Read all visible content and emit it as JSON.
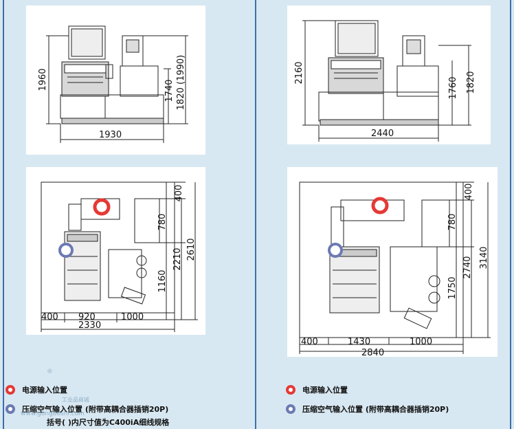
{
  "left": {
    "front": {
      "width": "1930",
      "height_total": "1960",
      "height_table": "1740",
      "height_head": "1820 (1990)"
    },
    "plan": {
      "top_offset": "400",
      "mid_depth": "780",
      "depth_total": "2210",
      "depth_max": "2610",
      "lower_depth": "1160",
      "left_clear": "400",
      "table_width": "920",
      "right_width": "1000",
      "total_width": "2330"
    }
  },
  "right": {
    "front": {
      "width": "2440",
      "height_total": "2160",
      "height_table": "1760",
      "height_head": "1820"
    },
    "plan": {
      "top_offset": "400",
      "mid_depth": "780",
      "depth_total": "2740",
      "depth_max": "3140",
      "lower_depth": "1750",
      "left_clear": "400",
      "table_width": "1430",
      "right_width": "1000",
      "total_width": "2840"
    }
  },
  "legend": {
    "power_label": "电源输入位置",
    "air_label": "压缩空气输入位置 (附带高耦合器插销20P)",
    "note": "括号( )内尺寸值为C400iA细线规格"
  },
  "watermark": {
    "registered": "®",
    "name": "工业品商城",
    "url": "www.gongboshi.com"
  },
  "colors": {
    "power": "#e53935",
    "air": "#6c7ab3",
    "divider": "#3d6ea8"
  }
}
